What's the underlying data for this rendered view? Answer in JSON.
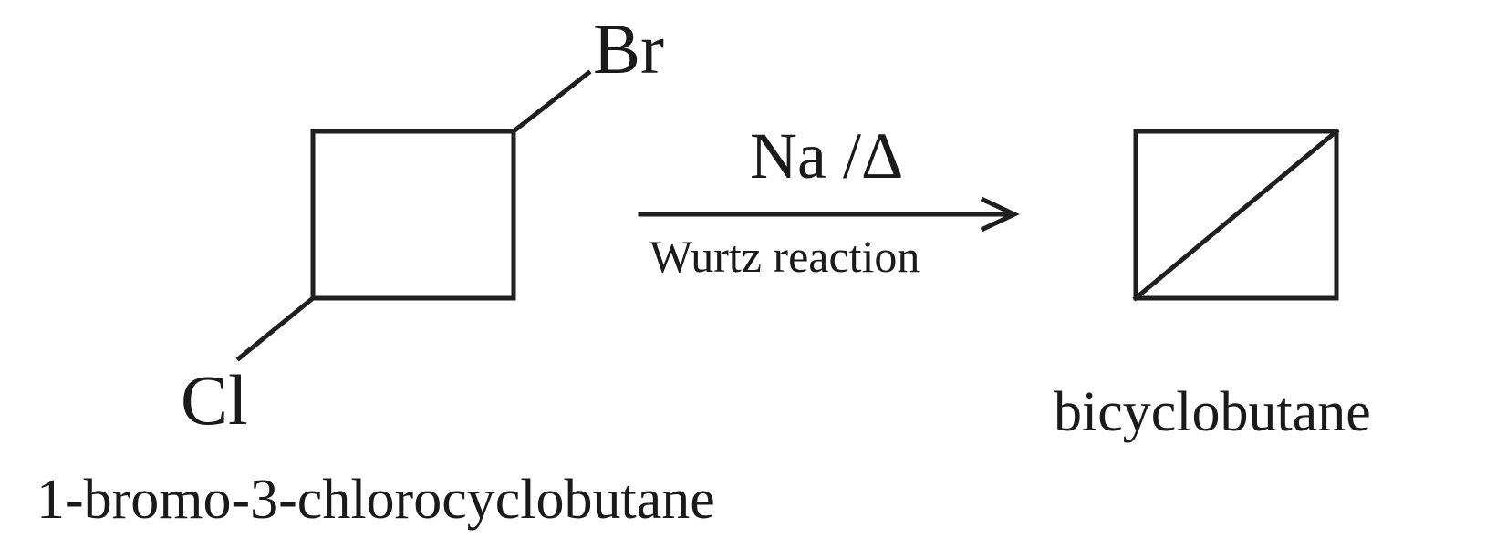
{
  "reactant": {
    "substituent_top": "Br",
    "substituent_bottom": "Cl",
    "name": "1-bromo-3-chlorocyclobutane"
  },
  "arrow": {
    "reagent": "Na /Δ",
    "condition": "Wurtz reaction"
  },
  "product": {
    "name": "bicyclobutane"
  }
}
